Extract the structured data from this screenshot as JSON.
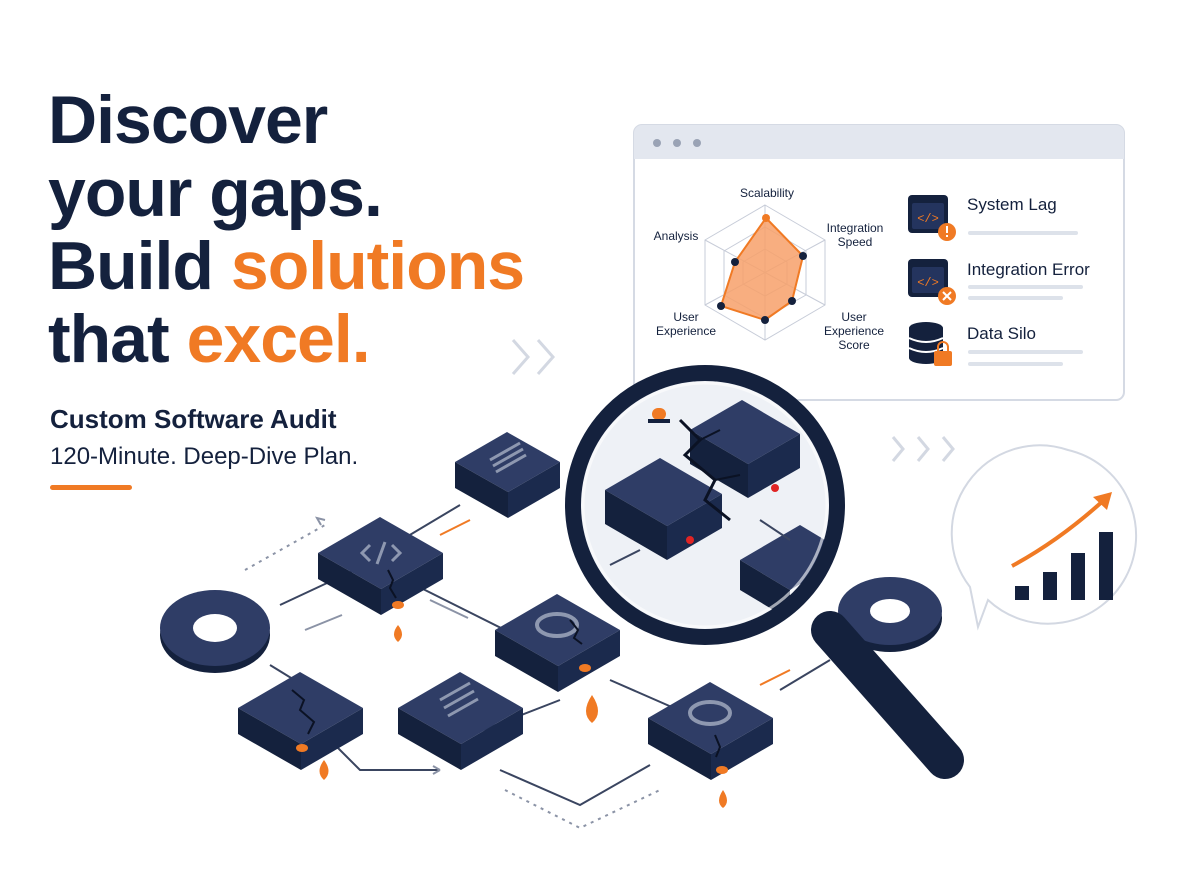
{
  "headline": {
    "line1": "Discover",
    "line2": "your gaps.",
    "line3_dark": "Build",
    "line3_accent": "solutions",
    "line4_dark": "that",
    "line4_accent": "excel."
  },
  "subtitle": {
    "title": "Custom Software Audit",
    "detail": "120-Minute. Deep-Dive Plan."
  },
  "dashboard": {
    "radar_labels": {
      "top": "Scalability",
      "top_right_1": "Integration",
      "top_right_2": "Speed",
      "left": "Analysis",
      "bottom_left_1": "User",
      "bottom_left_2": "Experience",
      "bottom_right_1": "User",
      "bottom_right_2": "Experience",
      "bottom_right_3": "Score"
    },
    "issues": [
      {
        "label": "System Lag",
        "icon": "code-window-warning-icon"
      },
      {
        "label": "Integration Error",
        "icon": "code-window-error-icon"
      },
      {
        "label": "Data Silo",
        "icon": "database-lock-icon"
      }
    ]
  },
  "colors": {
    "navy": "#14213d",
    "orange": "#f07a24",
    "light_gray": "#e3e7ef"
  }
}
